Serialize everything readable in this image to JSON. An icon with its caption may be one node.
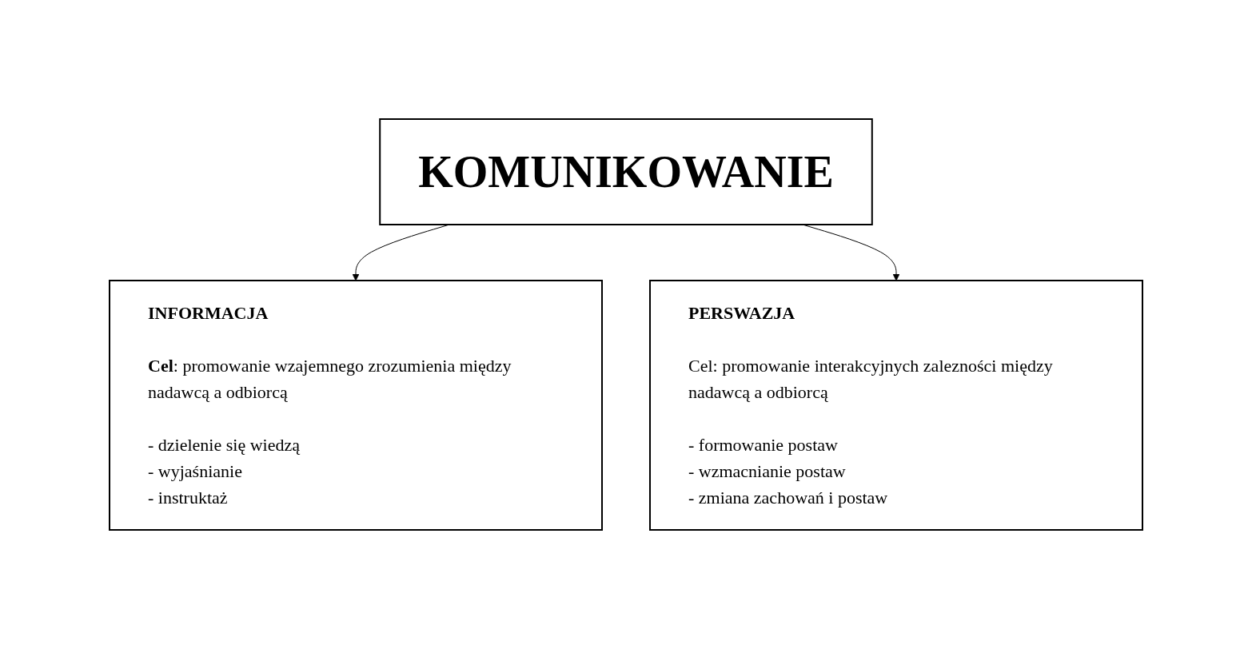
{
  "diagram": {
    "nodes": [
      {
        "text": [
          "KOMUNIKOWANIE"
        ]
      },
      {
        "text": [
          "INFORMACJA",
          "**Cel**: promowanie wzajemnego zrozumienia między nadawcą a odbiorcą",
          "- dzielenie się wiedzą",
          "- wyjaśnianie",
          "- instruktaż"
        ]
      },
      {
        "text": [
          "PERSWAZJA",
          "Cel: promowanie interakcyjnych zalezności między nadawcą a odbiorcą",
          "- formowanie postaw",
          "- wzmacnianie postaw",
          "- zmiana zachowań i postaw"
        ]
      }
    ],
    "edges": [
      {
        "from": 0,
        "to": 1,
        "arrow": "to"
      },
      {
        "from": 0,
        "to": 2,
        "arrow": "to"
      }
    ]
  }
}
